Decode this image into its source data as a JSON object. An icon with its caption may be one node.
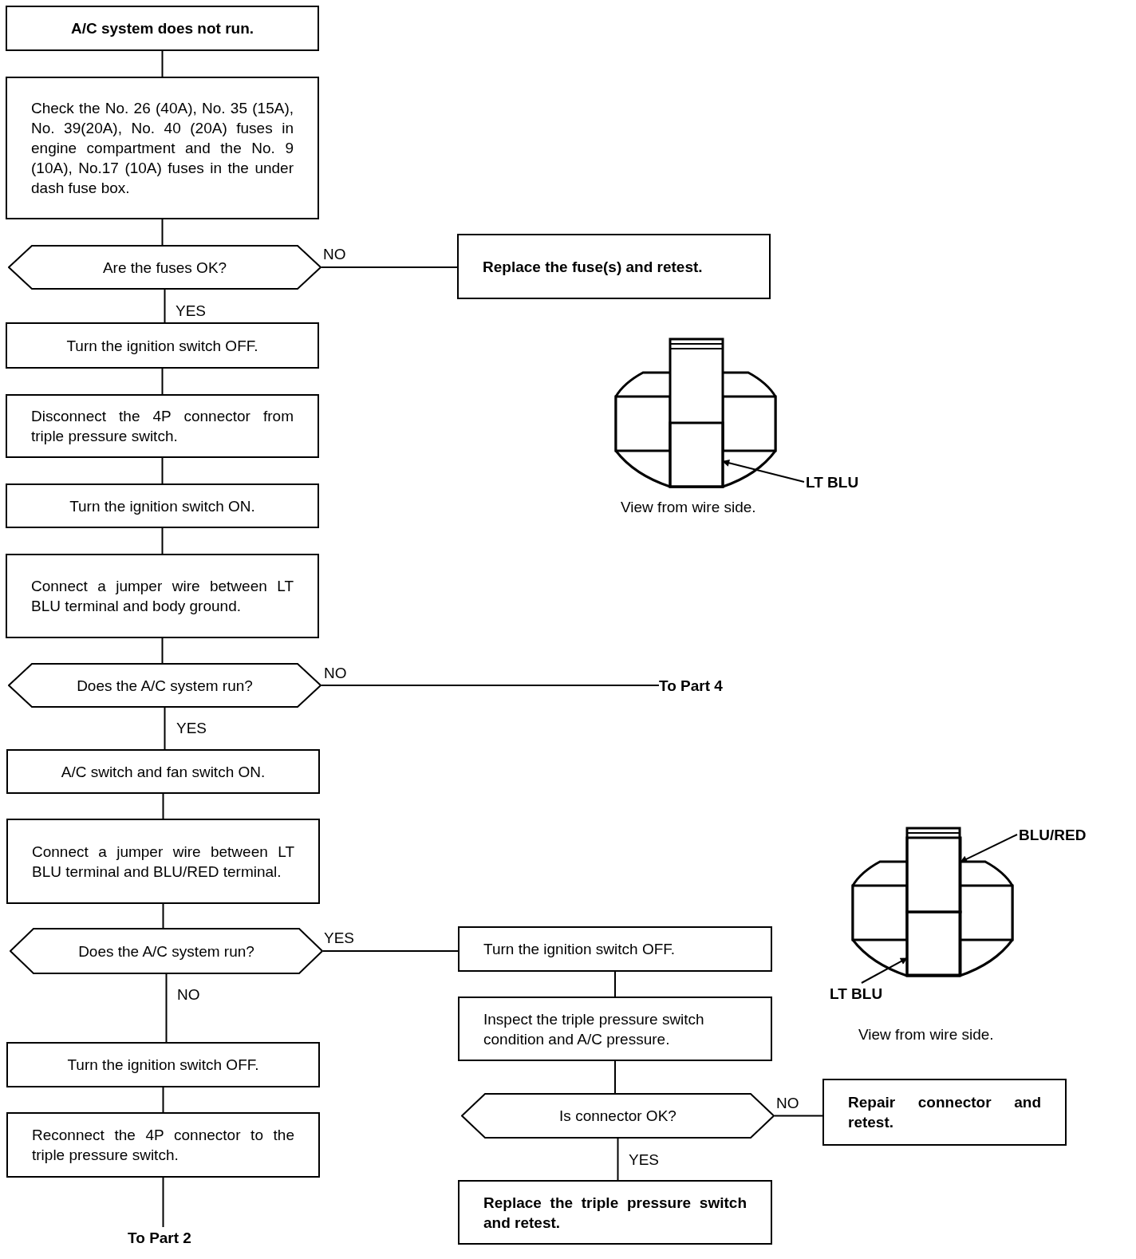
{
  "diagram": {
    "nodes": [
      {
        "text": [
          "A/C system does not run."
        ]
      },
      {
        "text": [
          "Check the No. 26 (40A), No. 35 (15A), No. 39(20A), No. 40 (20A) fuses in engine compartment and the No. 9 (10A), No.17 (10A) fuses in the under dash fuse box."
        ]
      },
      {
        "text": [
          "Are the fuses OK?"
        ]
      },
      {
        "text": [
          "Replace the fuse(s) and retest."
        ]
      },
      {
        "text": [
          "Turn the ignition switch OFF."
        ]
      },
      {
        "text": [
          "Disconnect the 4P connector from triple pressure switch."
        ]
      },
      {
        "text": [
          "Turn the ignition switch ON."
        ]
      },
      {
        "text": [
          "Connect a jumper wire between LT BLU terminal and body ground."
        ]
      },
      {
        "text": [
          "Does the A/C system run?"
        ]
      },
      {
        "text": [
          "To Part 4"
        ]
      },
      {
        "text": [
          "A/C switch and fan switch ON."
        ]
      },
      {
        "text": [
          "Connect a jumper wire between LT BLU terminal and BLU/RED terminal."
        ]
      },
      {
        "text": [
          "Does the A/C system run?"
        ]
      },
      {
        "text": [
          "Turn the ignition switch OFF."
        ]
      },
      {
        "text": [
          "Inspect the triple pressure switch condition and A/C pressure."
        ]
      },
      {
        "text": [
          "Is connector OK?"
        ]
      },
      {
        "text": [
          "Repair connector and retest."
        ]
      },
      {
        "text": [
          "Replace the triple pressure switch and retest."
        ]
      },
      {
        "text": [
          "Turn the ignition switch OFF."
        ]
      },
      {
        "text": [
          "Reconnect the 4P connector to the triple pressure switch."
        ]
      },
      {
        "text": [
          "To Part 2"
        ]
      },
      {
        "text": [
          "LT BLU"
        ]
      },
      {
        "text": [],
        "shape": "box"
      },
      {
        "text": [
          "BLU/RED"
        ]
      },
      {
        "text": [],
        "shape": "box"
      },
      {
        "text": [
          "LT BLU"
        ]
      },
      {
        "text": [],
        "shape": "box"
      }
    ],
    "edges": [
      {
        "from": 0,
        "to": 1,
        "arrow": "none"
      },
      {
        "from": 1,
        "to": 2,
        "arrow": "none"
      },
      {
        "from": 2,
        "to": 3,
        "arrow": "none",
        "label": "NO"
      },
      {
        "from": 2,
        "to": 4,
        "arrow": "none",
        "label": "YES"
      },
      {
        "from": 4,
        "to": 5,
        "arrow": "none"
      },
      {
        "from": 5,
        "to": 6,
        "arrow": "none"
      },
      {
        "from": 6,
        "to": 7,
        "arrow": "none"
      },
      {
        "from": 7,
        "to": 8,
        "arrow": "none"
      },
      {
        "from": 8,
        "to": 9,
        "arrow": "none",
        "label": "NO"
      },
      {
        "from": 8,
        "to": 10,
        "arrow": "none",
        "label": "YES"
      },
      {
        "from": 10,
        "to": 11,
        "arrow": "none"
      },
      {
        "from": 11,
        "to": 12,
        "arrow": "none"
      },
      {
        "from": 12,
        "to": 13,
        "arrow": "none",
        "label": "YES"
      },
      {
        "from": 12,
        "to": 18,
        "arrow": "none",
        "label": "NO"
      },
      {
        "from": 13,
        "to": 14,
        "arrow": "none"
      },
      {
        "from": 14,
        "to": 15,
        "arrow": "none"
      },
      {
        "from": 15,
        "to": 16,
        "arrow": "none",
        "label": "NO"
      },
      {
        "from": 15,
        "to": 17,
        "arrow": "none",
        "label": "YES"
      },
      {
        "from": 18,
        "to": 19,
        "arrow": "none"
      },
      {
        "from": 19,
        "to": 20,
        "arrow": "none"
      },
      {
        "from": 21,
        "to": 22,
        "arrow": "to"
      },
      {
        "from": 23,
        "to": 24,
        "arrow": "to"
      },
      {
        "from": 25,
        "to": 26,
        "arrow": "to"
      }
    ],
    "labels": [
      "View from wire side.",
      "View from wire side."
    ]
  }
}
